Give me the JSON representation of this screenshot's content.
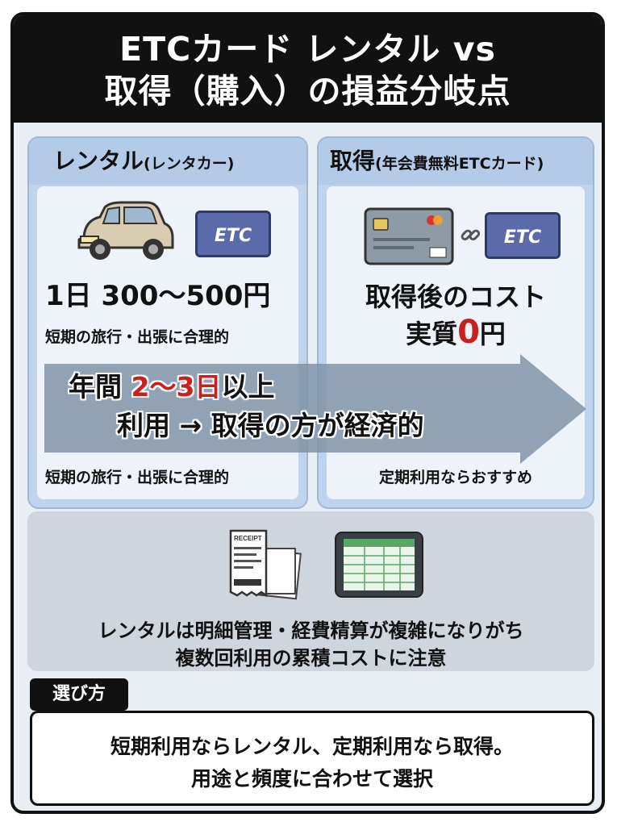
{
  "header": {
    "line1": "ETCカード レンタル vs",
    "line2": "取得（購入）の損益分岐点"
  },
  "rental": {
    "title": "レンタル",
    "subtitle": "(レンタカー)",
    "card_label": "ETC",
    "price": "1日 300〜500円",
    "note_top": "短期の旅行・出張に合理的",
    "note_bottom": "短期の旅行・出張に合理的"
  },
  "acquire": {
    "title": "取得",
    "subtitle": "(年会費無料ETCカード)",
    "card_label": "ETC",
    "cost_line1": "取得後のコスト",
    "cost_line2_prefix": "実質",
    "cost_line2_zero": "0",
    "cost_line2_suffix": "円",
    "note_bottom": "定期利用ならおすすめ"
  },
  "arrow": {
    "line1_prefix": "年間 ",
    "line1_highlight": "2〜3日",
    "line1_suffix": "以上",
    "line2": "利用 → 取得の方が経済的"
  },
  "warning": {
    "receipt_label": "RECEIPT",
    "line1": "レンタルは明細管理・経費精算が複雑になりがち",
    "line2": "複数回利用の累積コストに注意"
  },
  "choose": {
    "label": "選び方",
    "line1": "短期利用ならレンタル、定期利用なら取得。",
    "line2": "用途と頻度に合わせて選択"
  },
  "colors": {
    "accent_red": "#c8201e",
    "panel_blue": "#bfd4ec",
    "arrow_gray": "#7f93a8",
    "etc_card": "#5b6aa8"
  }
}
